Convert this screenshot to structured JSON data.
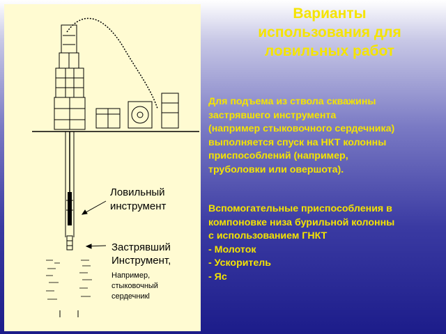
{
  "slide": {
    "title": "Варианты\nиспользования для\nловильных работ",
    "paragraph_1": "Для подъема из ствола скважины\nзастрявшего инструмента\n(например стыковочного сердечника)\nвыполняется спуск на НКТ колонны\nприспособлений (например,\nтруболовки или овершота).",
    "paragraph_2": "Вспомогательные приспособления в\nкомпоновке низа бурильной колонны\nс использованием ГНКТ\n- Молоток\n- Ускоритель\n- Яс"
  },
  "figure": {
    "label_fishing_tool": "Ловильный\n инструмент",
    "label_stuck_tool": "Застрявший\nИнструмент,",
    "label_stuck_example": "Например,\nстыковочный\nсердечникl"
  },
  "colors": {
    "text_accent": "#f5e400",
    "figure_background": "#fffbd2"
  }
}
